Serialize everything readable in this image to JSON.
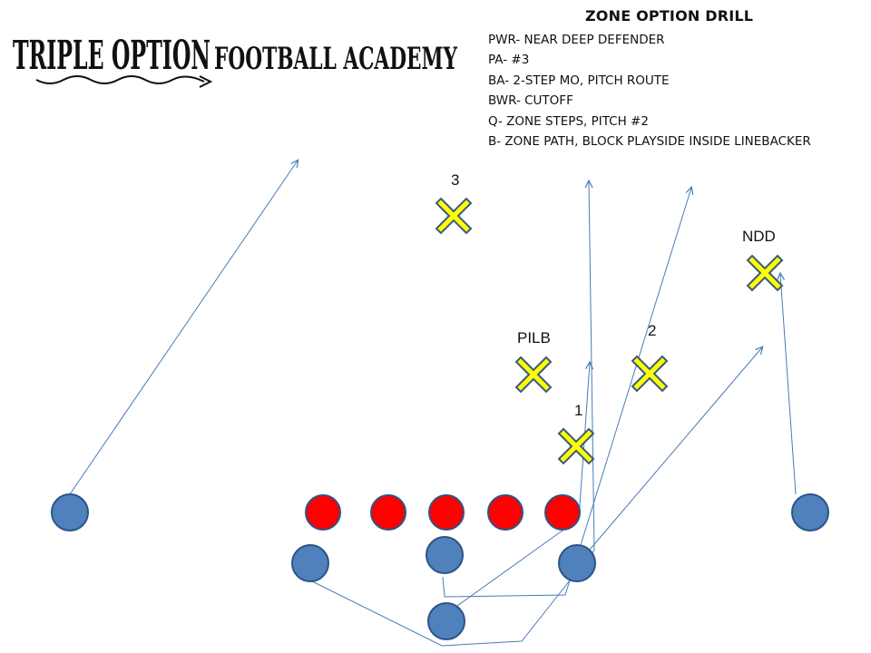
{
  "logo": {
    "part1": "TRIPLE OPTION",
    "part2": "FOOTBALL ACADEMY"
  },
  "legend": {
    "title": "ZONE OPTION DRILL",
    "lines": [
      "PWR- NEAR DEEP DEFENDER",
      "PA- #3",
      "BA- 2-STEP MO, PITCH ROUTE",
      "BWR- CUTOFF",
      "Q- ZONE STEPS, PITCH #2",
      "B- ZONE PATH, BLOCK PLAYSIDE INSIDE LINEBACKER"
    ]
  },
  "defenders": {
    "three": "3",
    "ndd": "NDD",
    "pilb": "PILB",
    "two": "2",
    "one": "1"
  },
  "colors": {
    "offense": "#4f81bd",
    "linemen": "#ff0000",
    "defense": "#ffff00",
    "routes": "#4a7ab8"
  }
}
